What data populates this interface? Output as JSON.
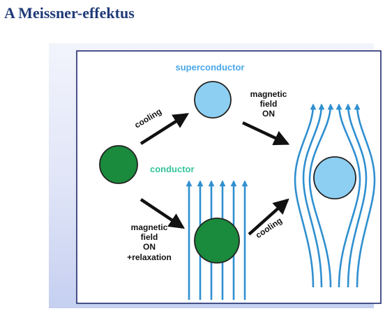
{
  "title": "A Meissner-effektus",
  "diagram": {
    "label_superconductor": "superconductor",
    "label_conductor": "conductor",
    "label_cooling_top": "cooling",
    "label_cooling_bottom": "cooling",
    "label_field_on": [
      "magnetic",
      "field",
      "ON"
    ],
    "label_field_on_relax": [
      "magnetic",
      "field",
      "ON",
      "+relaxation"
    ]
  },
  "colors": {
    "title": "#1f3a78",
    "superconductor_label": "#4aa8e8",
    "conductor_label": "#35c49a",
    "superconductor_fill": "#8dcff2",
    "conductor_fill": "#1a8a3c",
    "field_line": "#2f8fd0",
    "arrow": "#111111"
  }
}
